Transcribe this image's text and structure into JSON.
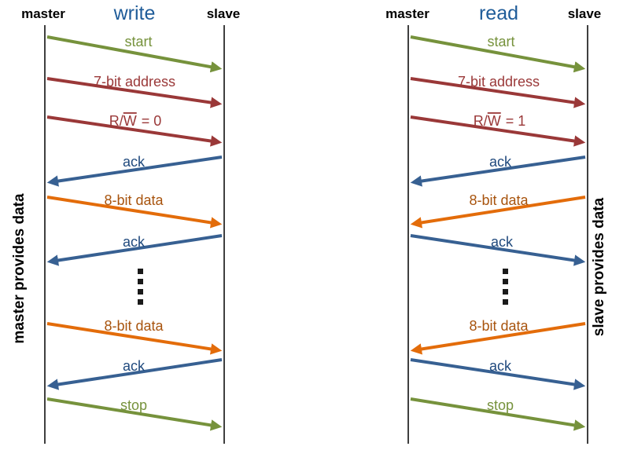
{
  "colors": {
    "green": "#76923C",
    "red": "#9A3838",
    "blue": "#376092",
    "orange": "#E36C0A",
    "title_blue": "#1F5C99",
    "ack_text": "#1F497D",
    "data_text": "#A8540E",
    "lifeline": "#3F3F3F",
    "black": "#000000",
    "dot": "#1A1A1A"
  },
  "write_diagram": {
    "left_header": "master",
    "title": "write",
    "right_header": "slave",
    "side_label": "master provides data",
    "labels": {
      "start": "start",
      "address": "7-bit address",
      "rw_prefix": "R/",
      "rw_overline": "W",
      "rw_suffix": "= 0",
      "ack1": "ack",
      "data1": "8-bit data",
      "ack2": "ack",
      "data2": "8-bit data",
      "ack3": "ack",
      "stop": "stop"
    }
  },
  "read_diagram": {
    "left_header": "master",
    "title": "read",
    "right_header": "slave",
    "side_label": "slave provides data",
    "labels": {
      "start": "start",
      "address": "7-bit address",
      "rw_prefix": "R/",
      "rw_overline": "W",
      "rw_suffix": "= 1",
      "ack1": "ack",
      "data1": "8-bit data",
      "ack2": "ack",
      "data2": "8-bit data",
      "ack3": "ack",
      "stop": "stop"
    }
  }
}
